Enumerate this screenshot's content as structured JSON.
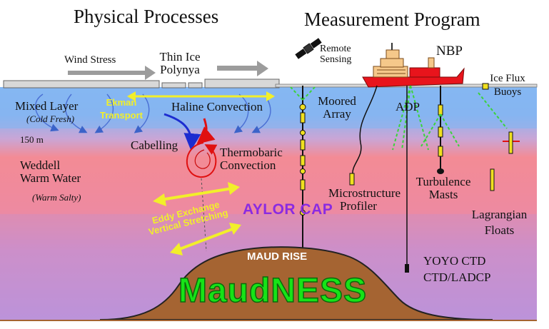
{
  "headers": {
    "physical": "Physical Processes",
    "measurement": "Measurement Program"
  },
  "labels": {
    "wind_stress": "Wind Stress",
    "thin_ice_line1": "Thin Ice",
    "thin_ice_line2": "Polynya",
    "remote_line1": "Remote",
    "remote_line2": "Sensing",
    "nbp": "NBP",
    "ice_flux_line1": "Ice Flux",
    "ice_flux_line2": "Buoys",
    "mixed_layer": "Mixed Layer",
    "cold_fresh": "(Cold Fresh)",
    "ekman_line1": "Ekman",
    "ekman_line2": "Transport",
    "haline": "Haline Convection",
    "moored_line1": "Moored",
    "moored_line2": "Array",
    "adp": "ADP",
    "depth_150": "150 m",
    "cabelling": "Cabelling",
    "thermobaric_line1": "Thermobaric",
    "thermobaric_line2": "Convection",
    "weddell_line1": "Weddell",
    "weddell_line2": "Warm Water",
    "warm_salty": "(Warm Salty)",
    "microstructure_line1": "Microstructure",
    "microstructure_line2": "Profiler",
    "turbulence_line1": "Turbulence",
    "turbulence_line2": "Masts",
    "lagrangian_line1": "Lagrangian",
    "lagrangian_line2": "Floats",
    "eddy_line1": "Eddy Exchange",
    "eddy_line2": "Vertical Stretching",
    "taylor_cap": "AYLOR CAP",
    "maud_rise": "MAUD RISE",
    "maudness": "MaudNESS",
    "yoyo_line1": "YOYO CTD",
    "yoyo_line2": "CTD/LADCP"
  },
  "colors": {
    "sky": "#ffffff",
    "mixed_layer": "#7fb2ef",
    "warm_water": "#f08a98",
    "deep_water": "#c78fd2",
    "seamount": "#a56432",
    "seamount_edge": "#222222",
    "maudness_text": "#17e317",
    "taylor_cap_text": "#8a2be2",
    "ekman_yellow": "#f2ef2a",
    "ship_red": "#e8141c",
    "ice": "#d7d7d7",
    "arrow_gray": "#9b9b9b"
  }
}
